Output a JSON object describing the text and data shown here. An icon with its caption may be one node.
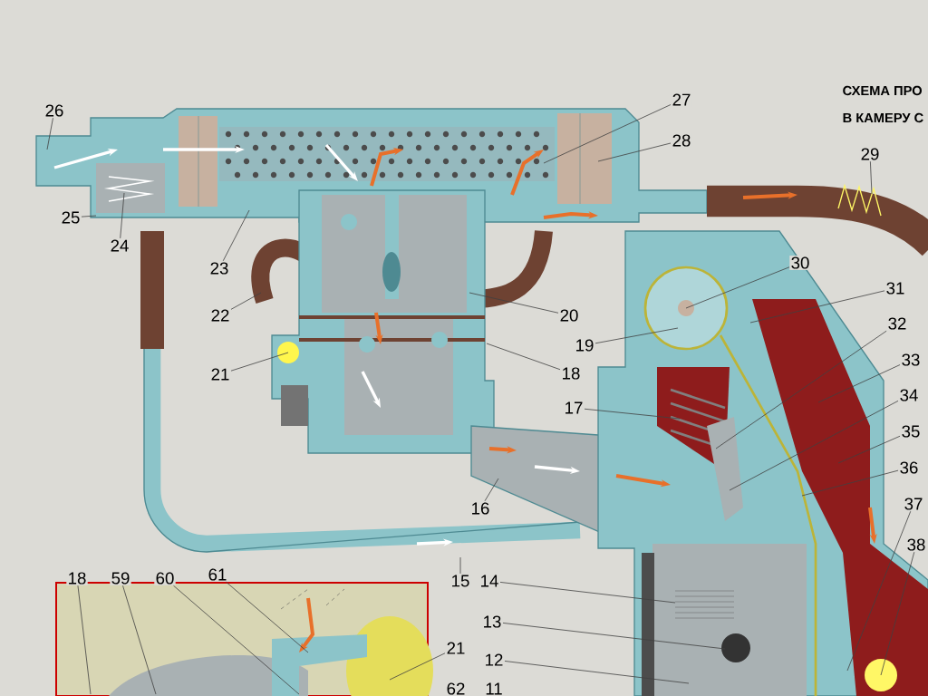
{
  "diagram": {
    "nodes": [
      {
        "text": [
          "26"
        ]
      },
      {
        "text": [
          "27"
        ]
      },
      {
        "text": [
          "28"
        ]
      },
      {
        "text": [
          "29"
        ]
      },
      {
        "text": [
          "25"
        ]
      },
      {
        "text": [
          "24"
        ]
      },
      {
        "text": [
          "23"
        ]
      },
      {
        "text": [
          "30"
        ]
      },
      {
        "text": [
          "31"
        ]
      },
      {
        "text": [
          "22"
        ]
      },
      {
        "text": [
          "20"
        ]
      },
      {
        "text": [
          "32"
        ]
      },
      {
        "text": [
          "19"
        ]
      },
      {
        "text": [
          "33"
        ]
      },
      {
        "text": [
          "21"
        ]
      },
      {
        "text": [
          "18"
        ]
      },
      {
        "text": [
          "34"
        ]
      },
      {
        "text": [
          "17"
        ]
      },
      {
        "text": [
          "35"
        ]
      },
      {
        "text": [
          "36"
        ]
      },
      {
        "text": [
          "16"
        ]
      },
      {
        "text": [
          "37"
        ]
      },
      {
        "text": [
          "38"
        ]
      },
      {
        "text": [
          "15"
        ]
      },
      {
        "text": [
          "14"
        ]
      },
      {
        "text": [
          "18"
        ]
      },
      {
        "text": [
          "59"
        ]
      },
      {
        "text": [
          "60"
        ]
      },
      {
        "text": [
          "61"
        ]
      },
      {
        "text": [
          "13"
        ]
      },
      {
        "text": [
          "21"
        ]
      },
      {
        "text": [
          "12"
        ]
      },
      {
        "text": [],
        "shape": "picture"
      }
    ],
    "edges": [
      {
        "from": 0,
        "to": null,
        "arrow": "none"
      },
      {
        "from": 1,
        "to": null,
        "arrow": "none"
      },
      {
        "from": 2,
        "to": null,
        "arrow": "none"
      },
      {
        "from": 3,
        "to": null,
        "arrow": "none"
      },
      {
        "from": 4,
        "to": null,
        "arrow": "none"
      },
      {
        "from": 5,
        "to": null,
        "arrow": "none"
      },
      {
        "from": 6,
        "to": null,
        "arrow": "none"
      },
      {
        "from": 7,
        "to": null,
        "arrow": "none"
      },
      {
        "from": 8,
        "to": null,
        "arrow": "none"
      },
      {
        "from": 9,
        "to": null,
        "arrow": "none"
      },
      {
        "from": 10,
        "to": null,
        "arrow": "none"
      },
      {
        "from": 11,
        "to": null,
        "arrow": "none"
      },
      {
        "from": 12,
        "to": null,
        "arrow": "none"
      },
      {
        "from": 13,
        "to": null,
        "arrow": "none"
      },
      {
        "from": 14,
        "to": null,
        "arrow": "none"
      },
      {
        "from": 15,
        "to": null,
        "arrow": "none"
      },
      {
        "from": 16,
        "to": null,
        "arrow": "none"
      },
      {
        "from": 17,
        "to": null,
        "arrow": "none"
      },
      {
        "from": 18,
        "to": null,
        "arrow": "none"
      },
      {
        "from": 19,
        "to": null,
        "arrow": "none"
      },
      {
        "from": 20,
        "to": null,
        "arrow": "none"
      },
      {
        "from": 21,
        "to": null,
        "arrow": "none"
      },
      {
        "from": 22,
        "to": null,
        "arrow": "none"
      },
      {
        "from": 23,
        "to": null,
        "arrow": "none"
      },
      {
        "from": 24,
        "to": null,
        "arrow": "none"
      },
      {
        "from": 25,
        "to": 32,
        "arrow": "none"
      },
      {
        "from": 26,
        "to": 32,
        "arrow": "none"
      },
      {
        "from": 27,
        "to": 32,
        "arrow": "none"
      },
      {
        "from": 28,
        "to": 32,
        "arrow": "none"
      },
      {
        "from": 29,
        "to": null,
        "arrow": "none"
      },
      {
        "from": 30,
        "to": 32,
        "arrow": "none"
      },
      {
        "from": 31,
        "to": null,
        "arrow": "none"
      }
    ],
    "labels": [
      "СХЕМА ПРО",
      "В КАМЕРУ С",
      "62",
      "11"
    ]
  }
}
